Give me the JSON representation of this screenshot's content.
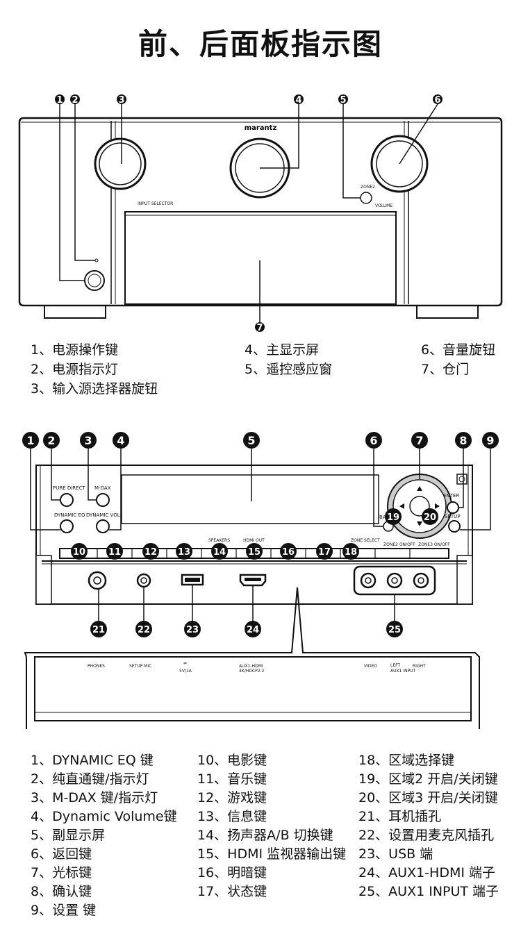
{
  "title": "前、后面板指示图",
  "front": {
    "brand": "marantz",
    "small_labels": {
      "input_selector": "INPUT SELECTOR",
      "volume": "VOLUME",
      "zone2": "ZONE2"
    },
    "callouts": [
      "1",
      "2",
      "3",
      "4",
      "5",
      "6",
      "7"
    ],
    "legend_col1": [
      "1、电源操作键",
      "2、电源指示灯",
      "3、输入源选择器旋钮"
    ],
    "legend_col2": [
      "4、主显示屏",
      "5、遥控感应窗"
    ],
    "legend_col3": [
      "6、音量旋钮",
      "7、仓门"
    ]
  },
  "detail": {
    "panel_labels": {
      "pure_direct": "PURE DIRECT",
      "m_dax": "M-DAX",
      "dynamic_eq": "DYNAMIC EQ",
      "dynamic_vol": "DYNAMIC VOL",
      "enter": "ENTER",
      "back": "BACK",
      "setup": "SETUP",
      "zone_select": "ZONE SELECT",
      "zone2_onoff": "ZONE2 ON/OFF",
      "zone3_onoff": "ZONE3 ON/OFF",
      "speakers": "SPEAKERS",
      "hdmi_out": "HDMI OUT"
    },
    "top_callouts": [
      "1",
      "2",
      "3",
      "4",
      "5",
      "6",
      "7",
      "8",
      "9"
    ],
    "button_callouts": [
      "10",
      "11",
      "12",
      "13",
      "14",
      "15",
      "16",
      "17",
      "18",
      "19",
      "20"
    ],
    "port_callouts": [
      "21",
      "22",
      "23",
      "24",
      "25"
    ],
    "bottom_labels": {
      "phones": "PHONES",
      "setup_mic": "SETUP MIC",
      "usb": "5V/1A",
      "aux_hdmi_1": "AUX1-HDMI",
      "aux_hdmi_2": "4K/HDCP2.2",
      "video": "VIDEO",
      "left": "LEFT",
      "right": "RIGHT",
      "aux1_input": "AUX1 INPUT"
    },
    "legend_col1": [
      "1、DYNAMIC EQ 键",
      "2、纯直通键/指示灯",
      "3、M-DAX 键/指示灯",
      "4、Dynamic Volume键",
      "5、副显示屏",
      "6、返回键",
      "7、光标键",
      "8、确认键",
      "9、设置 键"
    ],
    "legend_col2": [
      "10、电影键",
      "11、音乐键",
      "12、游戏键",
      "13、信息键",
      "14、扬声器A/B 切换键",
      "15、HDMI 监视器输出键",
      "16、明暗键",
      "17、状态键"
    ],
    "legend_col3": [
      "18、区域选择键",
      "19、区域2 开启/关闭键",
      "20、区域3 开启/关闭键",
      "21、耳机插孔",
      "22、设置用麦克风插孔",
      "23、USB 端",
      "24、AUX1-HDMI 端子",
      "25、AUX1 INPUT 端子"
    ]
  }
}
